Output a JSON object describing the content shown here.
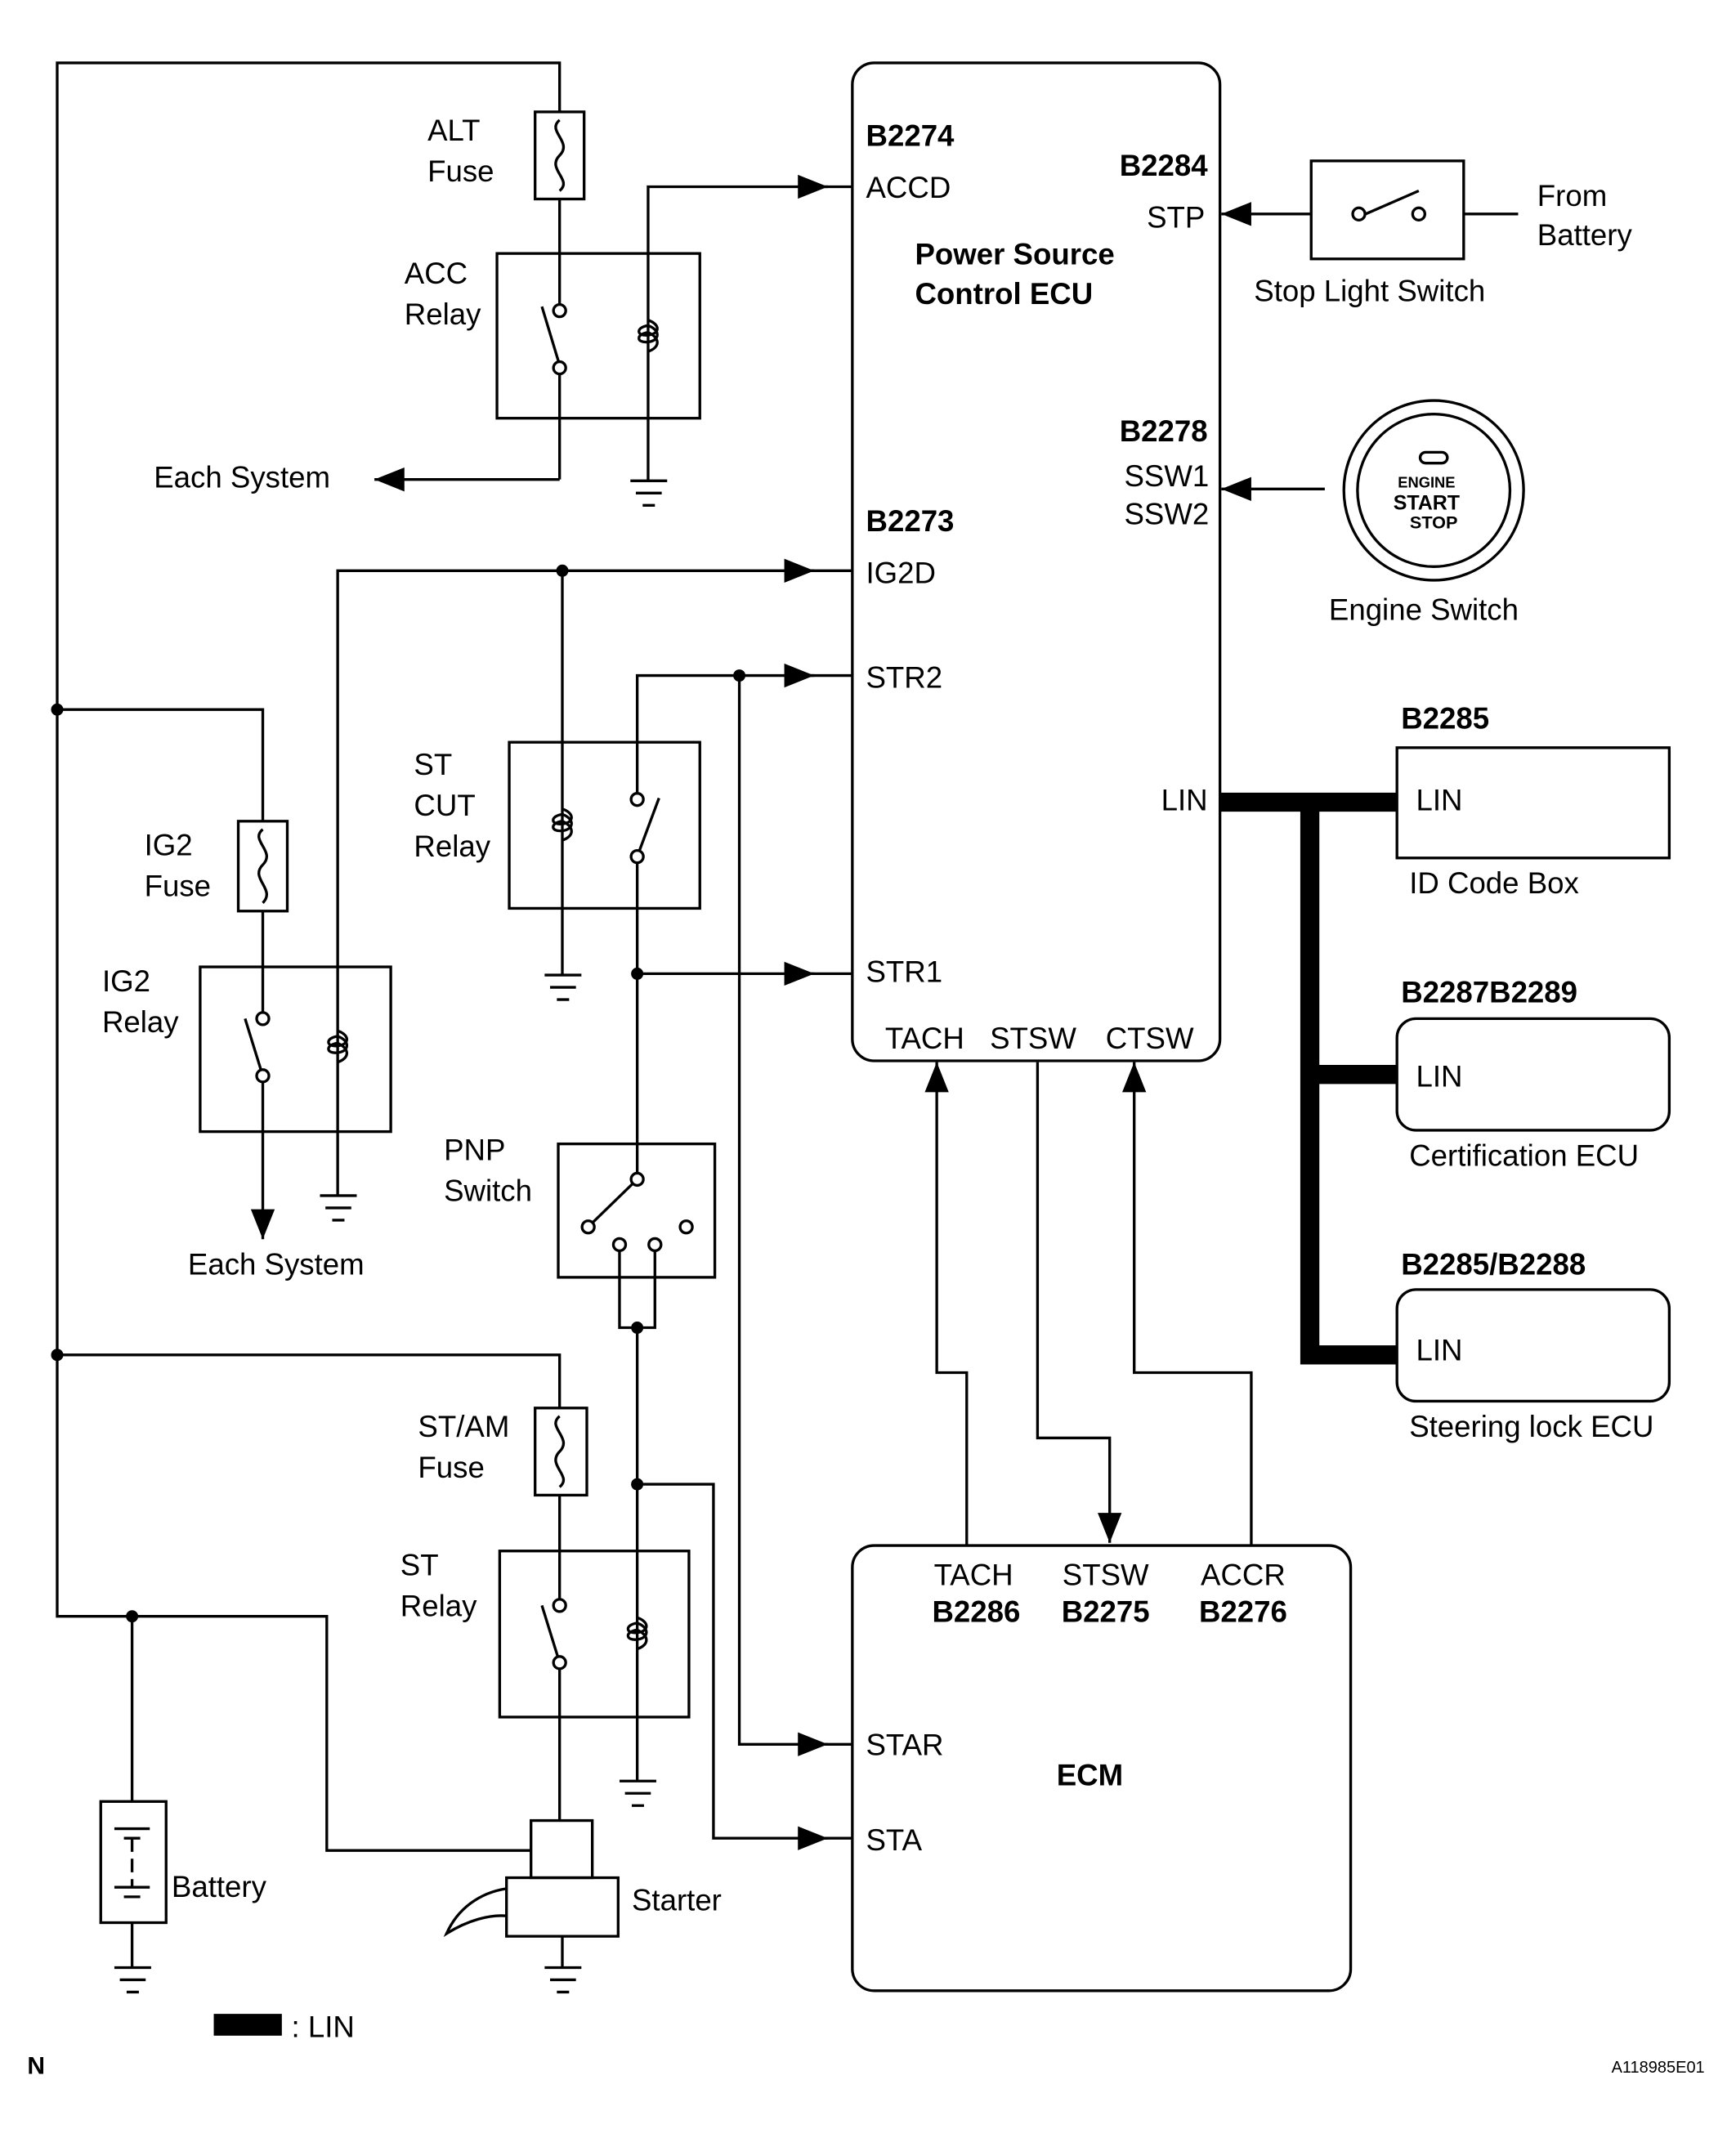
{
  "page_letter": "N",
  "figure_id": "A118985E01",
  "legend": {
    "label": ": LIN",
    "swatch_color": "#000000"
  },
  "ecu": {
    "title_line1": "Power Source",
    "title_line2": "Control ECU",
    "connectors": {
      "b2274": "B2274",
      "b2284": "B2284",
      "b2278": "B2278",
      "b2273": "B2273"
    },
    "pins": {
      "accd": "ACCD",
      "stp": "STP",
      "ssw1": "SSW1",
      "ssw2": "SSW2",
      "ig2d": "IG2D",
      "str2": "STR2",
      "lin": "LIN",
      "str1": "STR1",
      "tach": "TACH",
      "stsw": "STSW",
      "ctsw": "CTSW"
    }
  },
  "ecm": {
    "title": "ECM",
    "pins": {
      "tach": "TACH",
      "stsw": "STSW",
      "accr": "ACCR",
      "star": "STAR",
      "sta": "STA"
    },
    "connectors": {
      "b2286": "B2286",
      "b2275": "B2275",
      "b2276": "B2276"
    }
  },
  "components": {
    "alt_fuse": [
      "ALT",
      "Fuse"
    ],
    "acc_relay": [
      "ACC",
      "Relay"
    ],
    "each_system_1": "Each System",
    "ig2_fuse": [
      "IG2",
      "Fuse"
    ],
    "ig2_relay": [
      "IG2",
      "Relay"
    ],
    "each_system_2": "Each System",
    "st_cut_relay": [
      "ST",
      "CUT",
      "Relay"
    ],
    "pnp_switch": [
      "PNP",
      "Switch"
    ],
    "st_am_fuse": [
      "ST/AM",
      "Fuse"
    ],
    "st_relay": [
      "ST",
      "Relay"
    ],
    "battery": "Battery",
    "starter": "Starter",
    "stop_light_switch": "Stop Light Switch",
    "from_battery": [
      "From",
      "Battery"
    ],
    "engine_switch": "Engine Switch",
    "engine_switch_face": [
      "ENGINE",
      "START",
      "STOP"
    ]
  },
  "lin_devices": [
    {
      "connector": "B2285",
      "pin": "LIN",
      "name": "ID Code Box"
    },
    {
      "connector": "B2287B2289",
      "pin": "LIN",
      "name": "Certification ECU"
    },
    {
      "connector": "B2285/B2288",
      "pin": "LIN",
      "name": "Steering lock ECU"
    }
  ]
}
